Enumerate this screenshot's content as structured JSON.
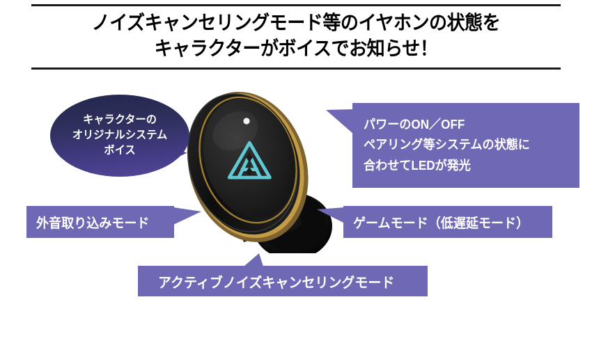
{
  "header": {
    "title_line1": "ノイズキャンセリングモード等のイヤホンの状態を",
    "title_line2": "キャラクターがボイスでお知らせ！"
  },
  "bubble_voice": {
    "line1": "キャラクターの",
    "line2": "オリジナルシステム",
    "line3": "ボイス"
  },
  "callouts": {
    "led": {
      "line1": "パワーのON／OFF",
      "line2": "ペアリング等システムの状態に",
      "line3": "合わせてLEDが発光"
    },
    "ambient": {
      "label": "外音取り込みモード"
    },
    "game": {
      "label": "ゲームモード（低遅延モード）"
    },
    "anc": {
      "label": "アクティブノイズキャンセリングモード"
    }
  },
  "product": {
    "icon_name": "earbud-image",
    "logo_icon_name": "triangle-logo-icon",
    "led_icon_name": "led-indicator-icon"
  },
  "colors": {
    "accent_purple": "#6f68b5",
    "bubble_gradient_top": "#23274d",
    "bubble_gradient_bottom": "#53479b",
    "logo_cyan": "#5fc9d4",
    "body_black": "#1c1c1c",
    "rim_gold": "#9a7c3e",
    "background": "#ffffff",
    "rule_color": "#1a1a1a"
  }
}
